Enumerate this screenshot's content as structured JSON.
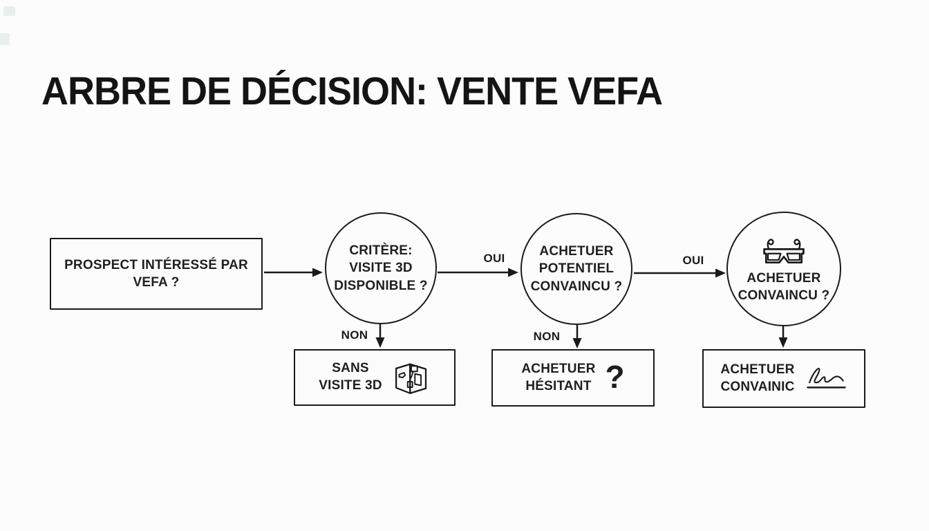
{
  "page": {
    "title": "ARBRE DE DÉCISION: VENTE VEFA",
    "background_color": "#fcfcfc",
    "ink_color": "#1a1a1a"
  },
  "flow": {
    "start_node": {
      "lines": [
        "PROSPECT INTÉRESSÉ PAR",
        "VEFA ?"
      ]
    },
    "decision_nodes": [
      {
        "lines": [
          "CRITÈRE:",
          "VISITE 3D",
          "DISPONIBLE ?"
        ]
      },
      {
        "lines": [
          "ACHETUER",
          "POTENTIEL",
          "CONVAINCU ?"
        ]
      },
      {
        "icon": "3d-glasses-icon",
        "lines": [
          "ACHETUER",
          "CONVAINCU ?"
        ]
      }
    ],
    "edge_labels": {
      "oui_1": "OUI",
      "oui_2": "OUI",
      "non_1": "NON",
      "non_2": "NON"
    },
    "outcome_nodes": [
      {
        "lines": [
          "SANS",
          "VISITE 3D"
        ],
        "icon": "floor-plan-icon"
      },
      {
        "lines": [
          "ACHETUER",
          "HÉSITANT"
        ],
        "icon": "question-mark-icon",
        "icon_glyph": "?"
      },
      {
        "lines": [
          "ACHETUER",
          "CONVAINIC"
        ],
        "icon": "signature-icon"
      }
    ]
  }
}
